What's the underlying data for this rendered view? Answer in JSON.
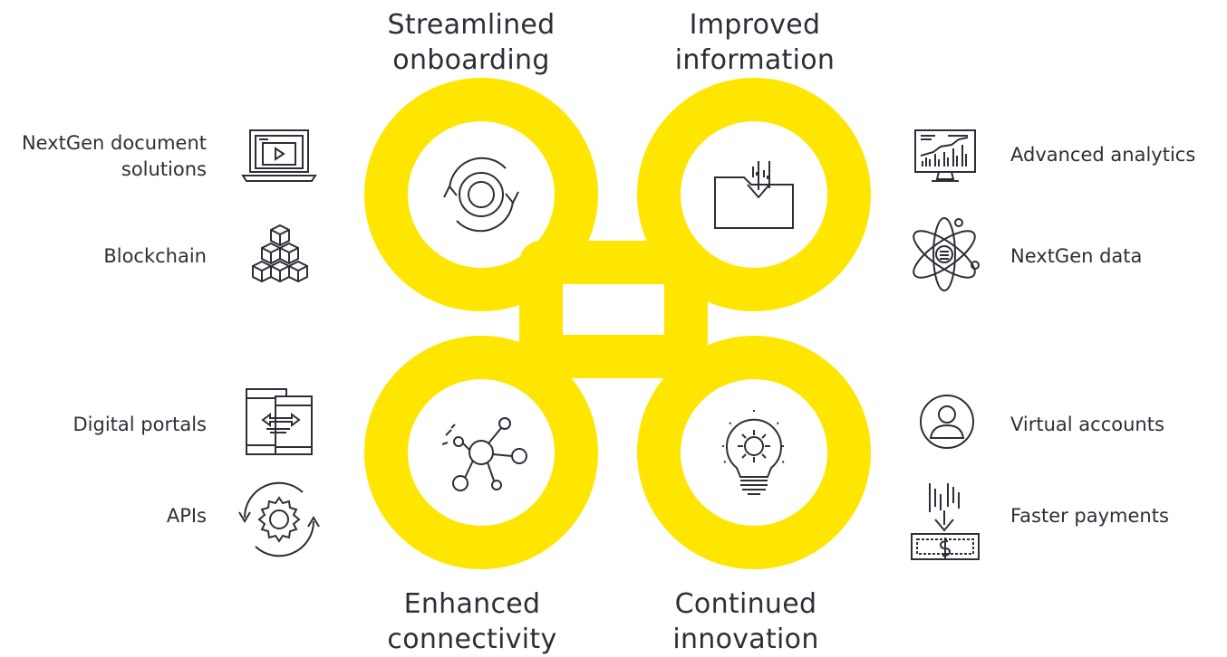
{
  "colors": {
    "accent": "#ffe600",
    "ink": "#2e2e38"
  },
  "quadrants": {
    "top_left": {
      "line1": "Streamlined",
      "line2": "onboarding",
      "icon": "refresh-cycle-icon"
    },
    "top_right": {
      "line1": "Improved",
      "line2": "information",
      "icon": "folder-download-icon"
    },
    "bottom_left": {
      "line1": "Enhanced",
      "line2": "connectivity",
      "icon": "network-hub-icon"
    },
    "bottom_right": {
      "line1": "Continued",
      "line2": "innovation",
      "icon": "lightbulb-gear-icon"
    }
  },
  "left_items": [
    {
      "line1": "NextGen document",
      "line2": "solutions",
      "icon": "laptop-video-icon"
    },
    {
      "line1": "Blockchain",
      "line2": "",
      "icon": "cubes-stack-icon"
    },
    {
      "line1": "Digital portals",
      "line2": "",
      "icon": "devices-transfer-icon"
    },
    {
      "line1": "APIs",
      "line2": "",
      "icon": "gear-cycle-icon"
    }
  ],
  "right_items": [
    {
      "line1": "Advanced analytics",
      "icon": "monitor-chart-icon"
    },
    {
      "line1": "NextGen data",
      "icon": "atom-database-icon"
    },
    {
      "line1": "Virtual accounts",
      "icon": "user-circle-icon"
    },
    {
      "line1": "Faster payments",
      "icon": "money-inflow-icon"
    }
  ]
}
